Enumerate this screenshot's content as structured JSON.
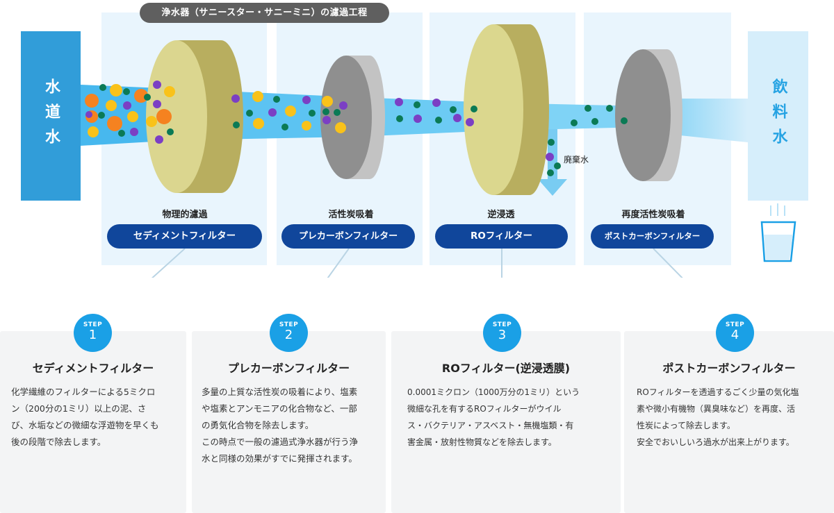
{
  "title": "浄水器（サニースター・サニーミニ）の濾過工程",
  "source_label": "水道水",
  "output_label": "飲料水",
  "waste_label": "廃棄水",
  "stages": [
    {
      "label": "物理的濾過",
      "pill": "セディメントフィルター"
    },
    {
      "label": "活性炭吸着",
      "pill": "プレカーボンフィルター"
    },
    {
      "label": "逆浸透",
      "pill": "ROフィルター"
    },
    {
      "label": "再度活性炭吸着",
      "pill": "ポストカーボンフィルター"
    }
  ],
  "steps": [
    {
      "word": "STEP",
      "number": "1",
      "title": "セディメントフィルター",
      "text": "化学繊維のフィルターによる5ミクロ\nン（200分の1ミリ）以上の泥、さ\nび、水垢などの微細な浮遊物を早くも\n後の段階で除去します。"
    },
    {
      "word": "STEP",
      "number": "2",
      "title": "プレカーボンフィルター",
      "text": "多量の上質な活性炭の吸着により、塩素\nや塩素とアンモニアの化合物など、一部\nの勇気化合物を除去します。\nこの時点で一般の濾過式浄水器が行う浄\n水と同様の効果がすでに発揮されます。"
    },
    {
      "word": "STEP",
      "number": "3",
      "title": "ROフィルター(逆浸透膜)",
      "text": "0.0001ミクロン（1000万分の1ミリ）という\n微細な孔を有するROフィルターがウイル\nス・バクテリア・アスベスト・無機塩類・有\n害金属・放射性物質などを除去します。"
    },
    {
      "word": "STEP",
      "number": "4",
      "title": "ポストカーボンフィルター",
      "text": "ROフィルターを透過するごく少量の気化塩\n素や微小有機物（異臭味など）を再度、活\n性炭によって除去します。\n安全でおいしいろ過水が出来上がります。"
    }
  ],
  "colors": {
    "panel": "#e9f5fd",
    "pill": "#10469b",
    "step": "#1aa0e6",
    "source": "#319dd9",
    "sediment_filter": "#d9d48d",
    "carbon_filter": "#8f8f8f",
    "ro_filter": "#dbd78e",
    "particle_orange": "#f58220",
    "particle_yellow": "#f9c21a",
    "particle_purple": "#7b3fc4",
    "particle_green": "#0b7a55"
  }
}
